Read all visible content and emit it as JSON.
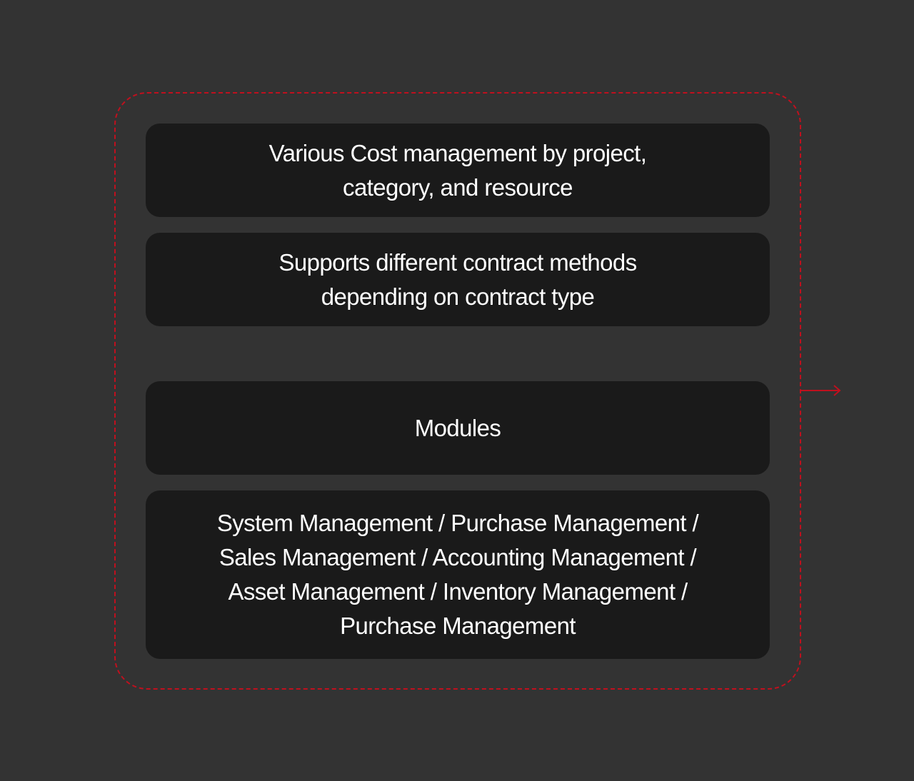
{
  "colors": {
    "background": "#333333",
    "card": "#1a1a1a",
    "text": "#ffffff",
    "accent": "#c0101e"
  },
  "cards": [
    {
      "text": "Various Cost management by project,\ncategory, and resource"
    },
    {
      "text": "Supports different contract methods\ndepending on contract type"
    },
    {
      "text": "Modules"
    },
    {
      "text": "System Management / Purchase Management /\nSales Management / Accounting Management /\nAsset Management / Inventory Management /\nPurchase Management"
    }
  ],
  "icons": {
    "arrow": "arrow-right-icon"
  }
}
